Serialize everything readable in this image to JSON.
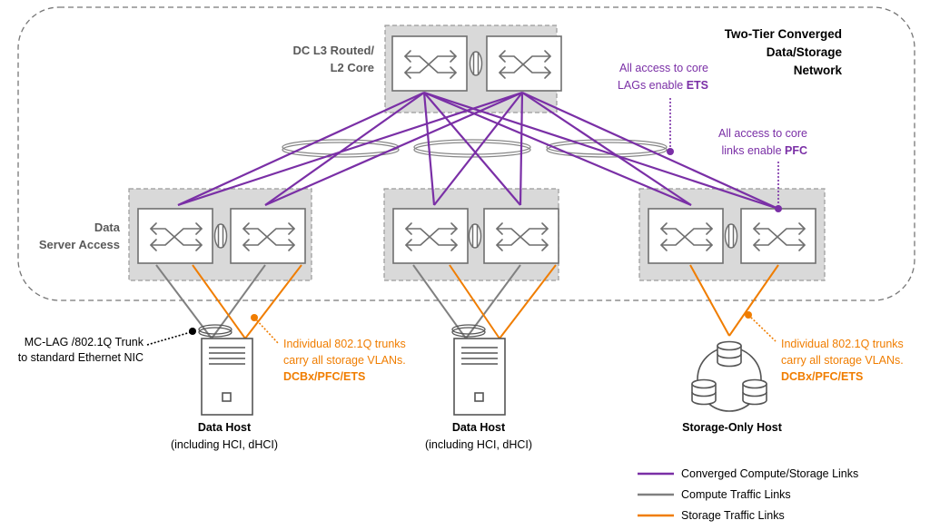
{
  "title_line1": "Two-Tier Converged",
  "title_line2": "Data/Storage",
  "title_line3": "Network",
  "core_label_line1": "DC L3 Routed/",
  "core_label_line2": "L2 Core",
  "access_label_line1": "Data",
  "access_label_line2": "Server Access",
  "ann_ets_line1": "All access to core",
  "ann_ets_line2_prefix": "LAGs enable ",
  "ann_ets_line2_bold": "ETS",
  "ann_pfc_line1": "All access to core",
  "ann_pfc_line2_prefix": "links enable ",
  "ann_pfc_line2_bold": "PFC",
  "mclag_line1": "MC-LAG /802.1Q Trunk",
  "mclag_line2": "to standard Ethernet NIC",
  "trunk_line1": "Individual 802.1Q trunks",
  "trunk_line2": "carry all storage VLANs.",
  "trunk_line3": "DCBx/PFC/ETS",
  "host1_name": "Data Host",
  "host1_sub": "(including HCI, dHCI)",
  "host2_name": "Data Host",
  "host2_sub": "(including HCI, dHCI)",
  "host3_name": "Storage-Only Host",
  "legend": [
    {
      "label": "Converged Compute/Storage Links",
      "color": "#7a2fa6"
    },
    {
      "label": "Compute Traffic Links",
      "color": "#808080"
    },
    {
      "label": "Storage Traffic Links",
      "color": "#f07d00"
    }
  ],
  "colors": {
    "converged": "#7a2fa6",
    "compute": "#808080",
    "storage": "#f07d00"
  }
}
